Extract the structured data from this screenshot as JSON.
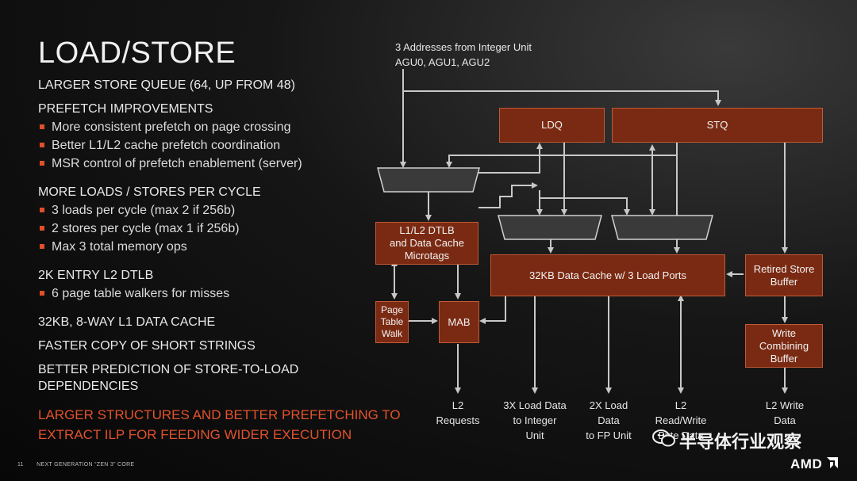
{
  "slide": {
    "title": "LOAD/STORE",
    "bullets": {
      "h1": "LARGER STORE QUEUE (64, UP FROM 48)",
      "h2": "PREFETCH IMPROVEMENTS",
      "h2_items": [
        "More consistent prefetch on page crossing",
        "Better L1/L2 cache prefetch coordination",
        "MSR control of prefetch enablement (server)"
      ],
      "h3": "MORE LOADS / STORES PER CYCLE",
      "h3_items": [
        "3 loads per cycle (max 2 if 256b)",
        "2 stores per cycle (max 1 if 256b)",
        "Max 3 total memory ops"
      ],
      "h4": "2K ENTRY L2 DTLB",
      "h4_items": [
        "6 page table walkers for misses"
      ],
      "h5": "32KB, 8-WAY L1 DATA CACHE",
      "h6": "FASTER COPY OF SHORT STRINGS",
      "h7_line1": "BETTER PREDICTION OF STORE-TO-LOAD",
      "h7_line2": "DEPENDENCIES"
    },
    "conclusion_line1": "LARGER STRUCTURES AND BETTER PREFETCHING TO",
    "conclusion_line2": "EXTRACT ILP FOR FEEDING WIDER EXECUTION",
    "footer_page": "11",
    "footer_text": "NEXT GENERATION “ZEN 3” CORE",
    "brand": "AMD",
    "watermark": "半导体行业观察",
    "accent_color": "#e3522b"
  },
  "diagram": {
    "input_line1": "3 Addresses from Integer Unit",
    "input_line2": "AGU0, AGU1, AGU2",
    "ldq": "LDQ",
    "stq": "STQ",
    "dtlb_line1": "L1/L2 DTLB",
    "dtlb_line2": "and Data Cache",
    "dtlb_line3": "Microtags",
    "dcache": "32KB Data Cache w/ 3 Load Ports",
    "retired_line1": "Retired Store",
    "retired_line2": "Buffer",
    "ptw_line1": "Page",
    "ptw_line2": "Table",
    "ptw_line3": "Walk",
    "mab": "MAB",
    "wcb_line1": "Write",
    "wcb_line2": "Combining",
    "wcb_line3": "Buffer",
    "out1_line1": "L2",
    "out1_line2": "Requests",
    "out2_line1": "3X Load Data",
    "out2_line2": "to Integer",
    "out2_line3": "Unit",
    "out3_line1": "2X Load",
    "out3_line2": "Data",
    "out3_line3": "to FP Unit",
    "out4_line1": "L2",
    "out4_line2": "Read/Write",
    "out4_line3": "Byte Data",
    "out5_line1": "L2 Write",
    "out5_line2": "Data",
    "box_fill": "#7a2a12",
    "mux_fill": "#3a3a3a",
    "line_color": "#c8c8c8"
  }
}
